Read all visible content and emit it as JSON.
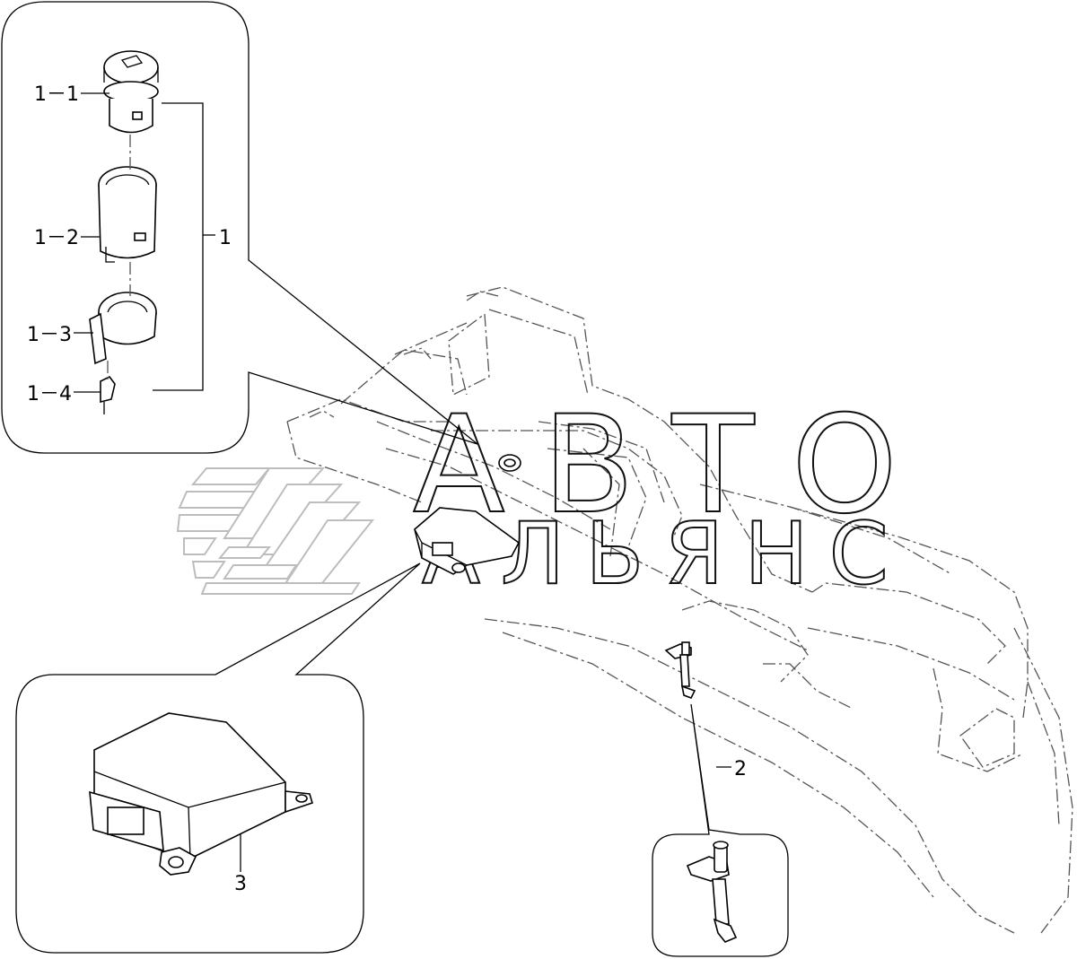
{
  "labels": {
    "l1_1": "1－1",
    "l1_2": "1－2",
    "l1_3": "1－3",
    "l1_4": "1－4",
    "l1": "1",
    "l2": "2",
    "l3": "3"
  },
  "watermark": {
    "line1": "АВТО",
    "line2": "АЛЬЯНС"
  },
  "colors": {
    "line": "#000000",
    "phantom": "#555555",
    "watermark": "#bdbdbd"
  }
}
